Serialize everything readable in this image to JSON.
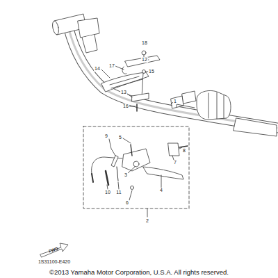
{
  "diagram": {
    "labels": [
      "18",
      "12",
      "17",
      "14",
      "15",
      "13",
      "16",
      "1",
      "5",
      "9",
      "8",
      "7",
      "3",
      "6",
      "4",
      "10",
      "11",
      "2",
      "FWD",
      "1S31100-E420",
      "©2013 Yamaha Motor Corporation, U.S.A. All rights reserved."
    ]
  }
}
